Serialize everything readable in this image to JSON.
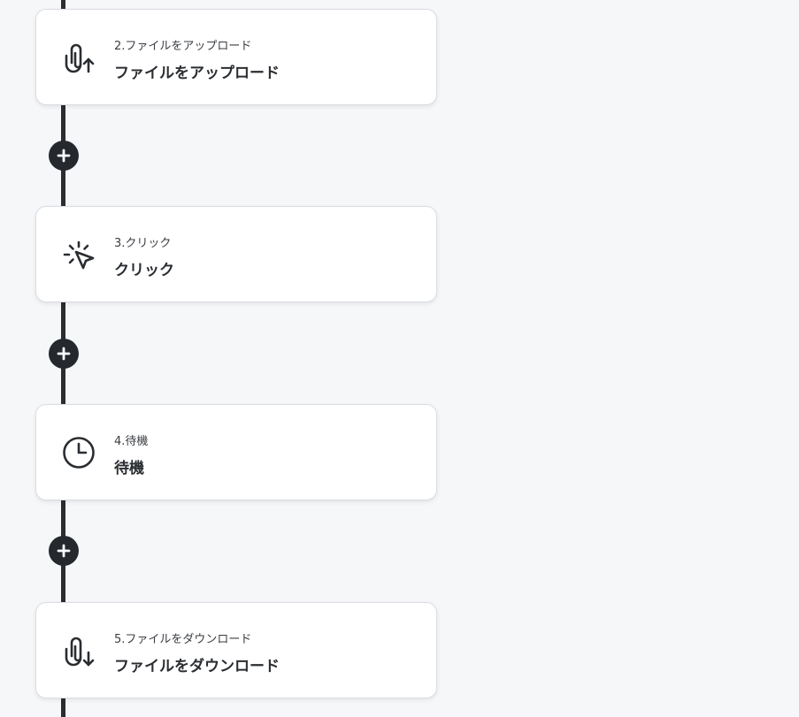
{
  "colors": {
    "background": "#f6f7f9",
    "line": "#2a2d31",
    "card": "#ffffff",
    "card_border": "#d9dde2",
    "add_button": "#25282c"
  },
  "steps": [
    {
      "subtitle": "2.ファイルをアップロード",
      "title": "ファイルをアップロード",
      "icon": "paperclip-upload-icon"
    },
    {
      "subtitle": "3.クリック",
      "title": "クリック",
      "icon": "click-cursor-icon"
    },
    {
      "subtitle": "4.待機",
      "title": "待機",
      "icon": "clock-icon"
    },
    {
      "subtitle": "5.ファイルをダウンロード",
      "title": "ファイルをダウンロード",
      "icon": "paperclip-download-icon"
    }
  ],
  "add_buttons": [
    {
      "icon": "plus-icon"
    },
    {
      "icon": "plus-icon"
    },
    {
      "icon": "plus-icon"
    }
  ]
}
